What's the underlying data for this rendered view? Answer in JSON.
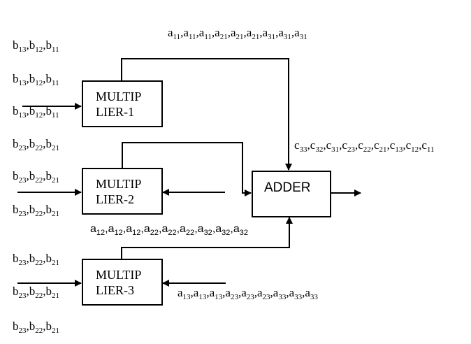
{
  "diagram": {
    "type": "block-diagram",
    "blocks": {
      "mult1": {
        "line1": "MULTIP",
        "line2": "LIER-1"
      },
      "mult2": {
        "line1": "MULTIP",
        "line2": "LIER-2"
      },
      "mult3": {
        "line1": "MULTIP",
        "line2": "LIER-3"
      },
      "adder": {
        "label": "ADDER"
      }
    },
    "labels": {
      "b_row1": [
        {
          "v": "b",
          "s": "13"
        },
        {
          "v": "b",
          "s": "12"
        },
        {
          "v": "b",
          "s": "11"
        }
      ],
      "b_row2": [
        {
          "v": "b",
          "s": "23"
        },
        {
          "v": "b",
          "s": "22"
        },
        {
          "v": "b",
          "s": "21"
        }
      ],
      "a_top": [
        {
          "v": "a",
          "s": "11"
        },
        {
          "v": "a",
          "s": "11"
        },
        {
          "v": "a",
          "s": "11"
        },
        {
          "v": "a",
          "s": "21"
        },
        {
          "v": "a",
          "s": "21"
        },
        {
          "v": "a",
          "s": "21"
        },
        {
          "v": "a",
          "s": "31"
        },
        {
          "v": "a",
          "s": "31"
        },
        {
          "v": "a",
          "s": "31"
        }
      ],
      "a_mid": [
        {
          "v": "a",
          "s": "12"
        },
        {
          "v": "a",
          "s": "12"
        },
        {
          "v": "a",
          "s": "12"
        },
        {
          "v": "a",
          "s": "22"
        },
        {
          "v": "a",
          "s": "22"
        },
        {
          "v": "a",
          "s": "22"
        },
        {
          "v": "a",
          "s": "32"
        },
        {
          "v": "a",
          "s": "32"
        },
        {
          "v": "a",
          "s": "32"
        }
      ],
      "a_bot": [
        {
          "v": "a",
          "s": "13"
        },
        {
          "v": "a",
          "s": "13"
        },
        {
          "v": "a",
          "s": "13"
        },
        {
          "v": "a",
          "s": "23"
        },
        {
          "v": "a",
          "s": "23"
        },
        {
          "v": "a",
          "s": "23"
        },
        {
          "v": "a",
          "s": "33"
        },
        {
          "v": "a",
          "s": "33"
        },
        {
          "v": "a",
          "s": "33"
        }
      ],
      "c_out": [
        {
          "v": "c",
          "s": "33"
        },
        {
          "v": "c",
          "s": "32"
        },
        {
          "v": "c",
          "s": "31"
        },
        {
          "v": "c",
          "s": "23"
        },
        {
          "v": "c",
          "s": "22"
        },
        {
          "v": "c",
          "s": "21"
        },
        {
          "v": "c",
          "s": "13"
        },
        {
          "v": "c",
          "s": "12"
        },
        {
          "v": "c",
          "s": "11"
        }
      ]
    },
    "line_color": "#000000"
  }
}
